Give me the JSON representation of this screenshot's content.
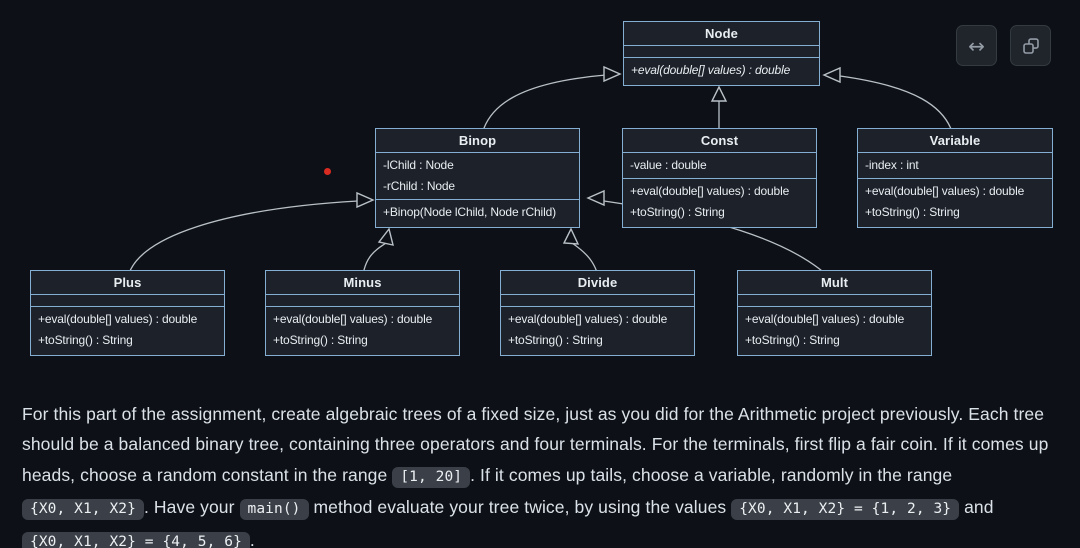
{
  "toolbar": {
    "buttons": [
      {
        "name": "expand",
        "icon": "left-right-arrow-icon",
        "glyph": "↔"
      },
      {
        "name": "copy",
        "icon": "copy-icon"
      }
    ]
  },
  "diagram": {
    "type": "uml-class-diagram",
    "colors": {
      "background": "#0d1117",
      "box_fill": "#1d2129",
      "box_border": "#84aed2",
      "edge": "#b9c0c7",
      "red_dot": "#d92b21"
    },
    "classes": [
      {
        "id": "node",
        "title": "Node",
        "attributes": [],
        "methods": [
          "+eval(double[] values) : double"
        ],
        "methods_italic": true
      },
      {
        "id": "binop",
        "title": "Binop",
        "attributes": [
          "-lChild : Node",
          "-rChild : Node"
        ],
        "methods": [
          "+Binop(Node lChild, Node rChild)"
        ]
      },
      {
        "id": "const",
        "title": "Const",
        "attributes": [
          "-value : double"
        ],
        "methods": [
          "+eval(double[] values) : double",
          "+toString() : String"
        ]
      },
      {
        "id": "variable",
        "title": "Variable",
        "attributes": [
          "-index : int"
        ],
        "methods": [
          "+eval(double[] values) : double",
          "+toString() : String"
        ]
      },
      {
        "id": "plus",
        "title": "Plus",
        "attributes": [],
        "methods": [
          "+eval(double[] values) : double",
          "+toString() : String"
        ]
      },
      {
        "id": "minus",
        "title": "Minus",
        "attributes": [],
        "methods": [
          "+eval(double[] values) : double",
          "+toString() : String"
        ]
      },
      {
        "id": "divide",
        "title": "Divide",
        "attributes": [],
        "methods": [
          "+eval(double[] values) : double",
          "+toString() : String"
        ]
      },
      {
        "id": "mult",
        "title": "Mult",
        "attributes": [],
        "methods": [
          "+eval(double[] values) : double",
          "+toString() : String"
        ]
      }
    ],
    "relations": [
      {
        "from": "Binop",
        "to": "Node",
        "type": "inheritance"
      },
      {
        "from": "Const",
        "to": "Node",
        "type": "inheritance"
      },
      {
        "from": "Variable",
        "to": "Node",
        "type": "inheritance"
      },
      {
        "from": "Plus",
        "to": "Binop",
        "type": "inheritance"
      },
      {
        "from": "Minus",
        "to": "Binop",
        "type": "inheritance"
      },
      {
        "from": "Divide",
        "to": "Binop",
        "type": "inheritance"
      },
      {
        "from": "Mult",
        "to": "Binop",
        "type": "inheritance"
      }
    ]
  },
  "paragraph": {
    "segments": [
      {
        "t": "text",
        "v": "For this part of the assignment, create algebraic trees of a fixed size, just as you did for the Arithmetic project previously. Each tree should be a balanced binary tree, containing three operators and four terminals. For the terminals, first flip a fair coin. If it comes up heads, choose a random constant in the range "
      },
      {
        "t": "code",
        "v": "[1, 20]"
      },
      {
        "t": "text",
        "v": ". If it comes up tails, choose a variable, randomly in the range "
      },
      {
        "t": "code",
        "v": "{X0, X1, X2}"
      },
      {
        "t": "text",
        "v": ". Have your "
      },
      {
        "t": "code",
        "v": "main()"
      },
      {
        "t": "text",
        "v": " method evaluate your tree twice, by using the values "
      },
      {
        "t": "code",
        "v": "{X0, X1, X2} = {1, 2, 3}"
      },
      {
        "t": "text",
        "v": " and "
      },
      {
        "t": "code",
        "v": "{X0, X1, X2} = {4, 5, 6}"
      },
      {
        "t": "text",
        "v": "."
      }
    ]
  }
}
